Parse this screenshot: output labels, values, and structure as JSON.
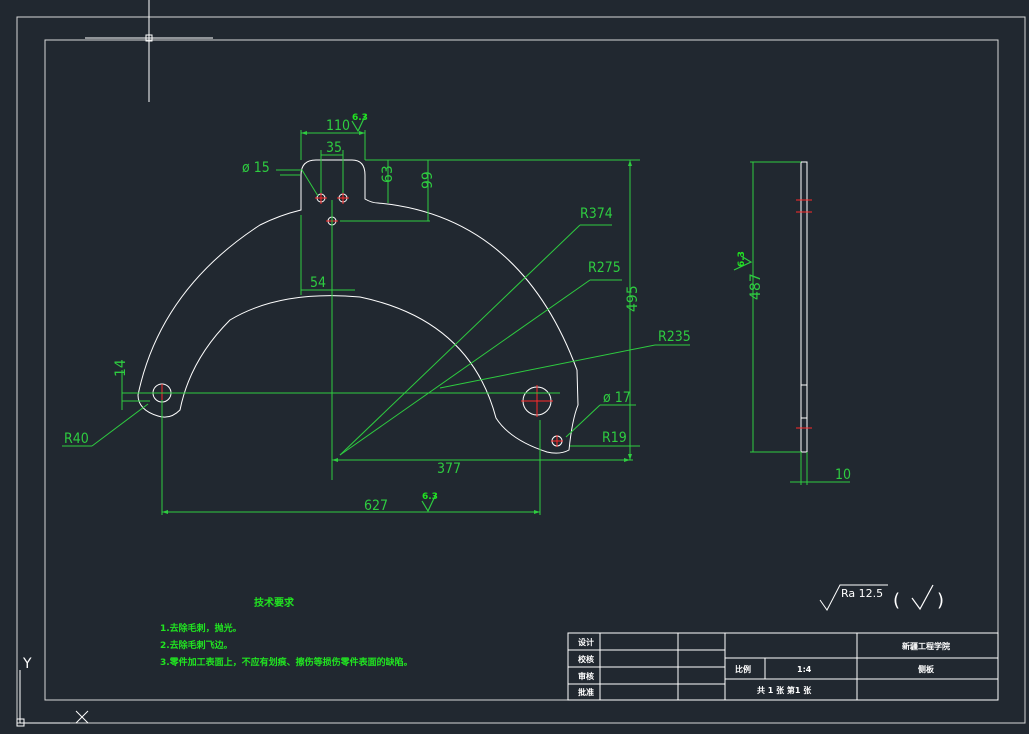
{
  "drawing": {
    "dimensions": {
      "width_110": "110",
      "width_35": "35",
      "hole_dia_15": "ø 15",
      "height_63": "63",
      "height_99": "99",
      "radius_374": "R374",
      "radius_275": "R275",
      "radius_235": "R235",
      "width_54": "54",
      "height_495": "495",
      "height_14": "14",
      "radius_40": "R40",
      "hole_dia_17": "ø 17",
      "radius_19": "R19",
      "width_377": "377",
      "width_627": "627",
      "side_height_487": "487",
      "side_thickness_10": "10"
    },
    "surface_finish": {
      "top": "6.3",
      "side": "6.3",
      "bottom": "6.3",
      "general_ra": "Ra 12.5",
      "paren_open": "(",
      "paren_close": ")"
    },
    "technical_requirements": {
      "title": "技术要求",
      "items": [
        "1.去除毛刺，抛光。",
        "2.去除毛刺飞边。",
        "3.零件加工表面上，不应有划痕、擦伤等损伤零件表面的缺陷。"
      ]
    },
    "title_block": {
      "design": "设计",
      "check": "校核",
      "review": "审核",
      "approve": "批准",
      "school": "新疆工程学院",
      "scale_label": "比例",
      "scale_value": "1:4",
      "part_name": "侧板",
      "sheets": "共 1 张 第1 张"
    },
    "ucs": {
      "y_label": "Y",
      "x_label": "X"
    }
  }
}
